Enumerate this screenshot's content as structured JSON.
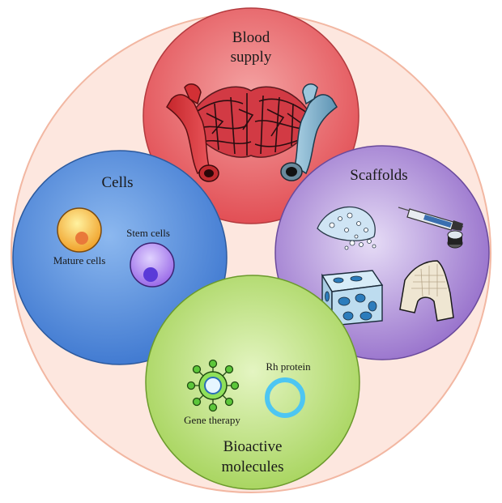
{
  "circles": {
    "blood_supply": {
      "title_line1": "Blood",
      "title_line2": "supply",
      "artery_icon": "artery-icon",
      "vein_icon": "vein-icon",
      "capillary_icon": "capillary-network-icon"
    },
    "cells": {
      "title": "Cells",
      "mature_label": "Mature cells",
      "stem_label": "Stem cells"
    },
    "scaffolds": {
      "title": "Scaffolds",
      "icons": [
        "powder-icon",
        "syringe-icon",
        "porous-block-icon",
        "bone-scaffold-icon"
      ]
    },
    "bioactive": {
      "title_line1": "Bioactive",
      "title_line2": "molecules",
      "gene_label": "Gene therapy",
      "protein_label": "Rh protein"
    }
  },
  "colors": {
    "outer_fill": "#fde7df",
    "outer_stroke": "#f2b7a2",
    "blood": "#e8545a",
    "cells": "#4f87d8",
    "scaffolds": "#a07fd2",
    "bioactive": "#b6df72",
    "artery": "#d8383c",
    "vein": "#8db9d2"
  }
}
